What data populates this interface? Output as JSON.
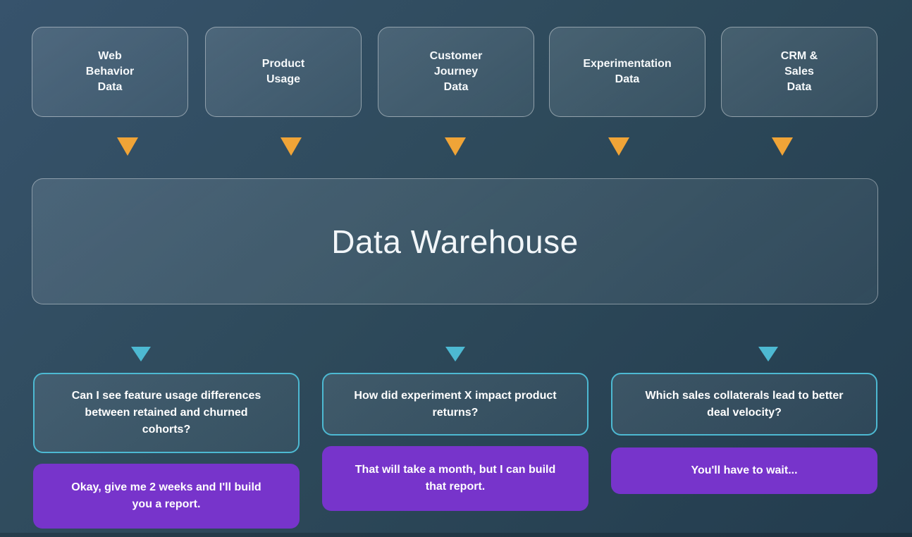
{
  "palette": {
    "background_top_left": "#37536c",
    "background_bottom_right": "#233c4e",
    "arrow_orange": "#f0a437",
    "arrow_cyan": "#4db9d2",
    "question_border": "#4db9d2",
    "answer_purple": "#7734cb",
    "text_white": "#ffffff"
  },
  "sources": [
    {
      "label": "Web\nBehavior\nData"
    },
    {
      "label": "Product\nUsage"
    },
    {
      "label": "Customer\nJourney\nData"
    },
    {
      "label": "Experimentation\nData"
    },
    {
      "label": "CRM &\nSales\nData"
    }
  ],
  "warehouse": {
    "title": "Data Warehouse"
  },
  "qa": [
    {
      "question": "Can I see feature usage differences\nbetween retained and churned\ncohorts?",
      "answer": "Okay, give me 2 weeks and I'll build\nyou a report."
    },
    {
      "question": "How did experiment X impact product\nreturns?",
      "answer": "That will take a month, but I can build\nthat report."
    },
    {
      "question": "Which sales collaterals lead to better\ndeal velocity?",
      "answer": "You'll have to wait..."
    }
  ]
}
